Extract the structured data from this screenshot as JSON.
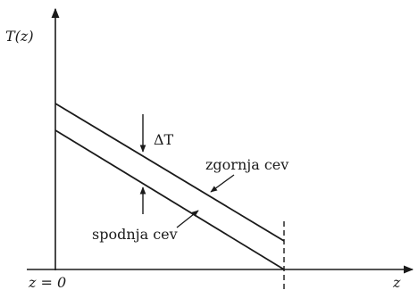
{
  "axes": {
    "y_label": "T(z)",
    "x_label": "z",
    "origin_label": "z = 0"
  },
  "annotations": {
    "delta": "ΔT",
    "upper_pipe": "zgornja cev",
    "lower_pipe": "spodnja cev"
  },
  "colors": {
    "ink": "#1a1a1a",
    "background": "#ffffff"
  }
}
